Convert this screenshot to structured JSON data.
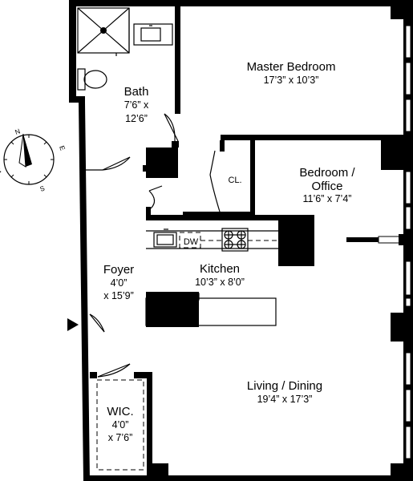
{
  "rooms": {
    "master_bedroom": {
      "name": "Master Bedroom",
      "size": "17’3” x 10’3”"
    },
    "bath": {
      "name": "Bath",
      "size_line1": "7’6” x",
      "size_line2": "12’6”"
    },
    "closet": {
      "name": "CL."
    },
    "bedroom_office": {
      "name_line1": "Bedroom /",
      "name_line2": "Office",
      "size": "11’6” x 7’4”"
    },
    "kitchen": {
      "name": "Kitchen",
      "size": "10’3” x 8’0”",
      "appliance": "DW"
    },
    "foyer": {
      "name": "Foyer",
      "size_line1": "4’0”",
      "size_line2": "x 15’9”"
    },
    "wic": {
      "name": "WIC.",
      "size_line1": "4’0”",
      "size_line2": "x 7’6”"
    },
    "living_dining": {
      "name": "Living / Dining",
      "size": "19’4” x 17’3”"
    }
  },
  "compass": {
    "labels": [
      "N",
      "E",
      "S",
      "W"
    ]
  },
  "colors": {
    "wall": "#000000",
    "background": "#ffffff"
  }
}
